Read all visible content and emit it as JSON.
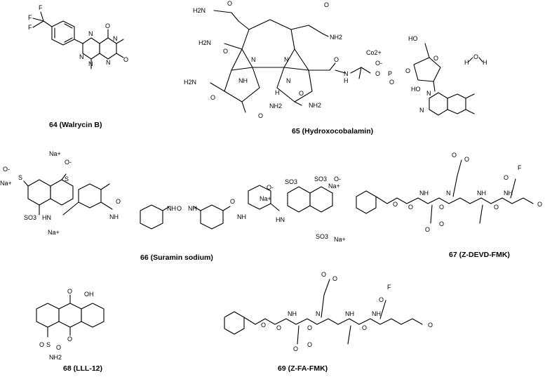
{
  "compounds": [
    {
      "number": "64",
      "name": "(Walrycin B)"
    },
    {
      "number": "65",
      "name": "(Hydroxocobalamin)"
    },
    {
      "number": "66",
      "name": "(Suramin sodium)"
    },
    {
      "number": "67",
      "name": "(Z-DEVD-FMK)"
    },
    {
      "number": "68",
      "name": "(LLL-12)"
    },
    {
      "number": "69",
      "name": "(Z-FA-FMK)"
    }
  ],
  "atoms": {
    "F": "F",
    "O": "O",
    "N": "N",
    "NH": "NH",
    "H": "H",
    "HO": "HO",
    "OH": "OH",
    "NH2": "NH2",
    "H2N": "H2N",
    "P": "P",
    "S": "S",
    "Na": "Na+",
    "Co": "Co2+",
    "Ominus": "O-",
    "water": "H O H",
    "SO3": "SO3"
  }
}
